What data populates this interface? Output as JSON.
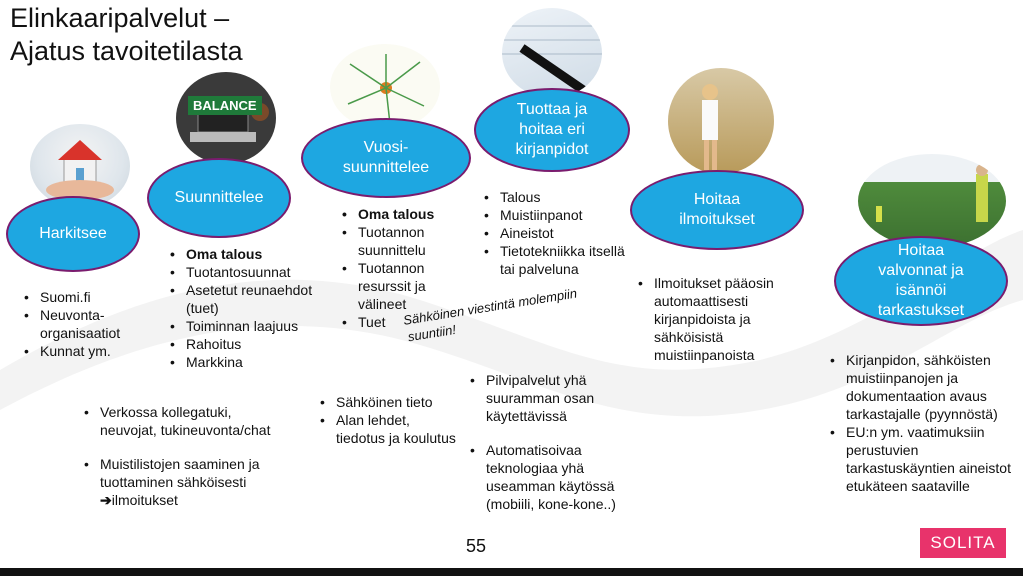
{
  "title": {
    "line1": "Elinkaaripalvelut –",
    "line2": "Ajatus tavoitetilasta"
  },
  "stages": {
    "harkitsee": "Harkitsee",
    "suunnittelee": "Suunnittelee",
    "vuosi1": "Vuosi-",
    "vuosi2": "suunnittelee",
    "tuottaa1": "Tuottaa ja",
    "tuottaa2": "hoitaa eri",
    "tuottaa3": "kirjanpidot",
    "hoitaa1": "Hoitaa",
    "hoitaa2": "ilmoitukset",
    "valvonnat1": "Hoitaa",
    "valvonnat2": "valvonnat ja",
    "valvonnat3": "isännöi",
    "valvonnat4": "tarkastukset"
  },
  "photo_text": {
    "balance": "BALANCE"
  },
  "col1": {
    "items": [
      "Suomi.fi",
      "Neuvonta-organisaatiot",
      "Kunnat ym."
    ]
  },
  "col2": {
    "bold": "Oma talous",
    "items": [
      "Tuotantosuunnat",
      "Asetetut reunaehdot (tuet)",
      "Toiminnan laajuus",
      "Rahoitus",
      "Markkina"
    ]
  },
  "col3": {
    "bold": "Oma talous",
    "items": [
      "Tuotannon suunnittelu",
      "Tuotannon resurssit ja välineet",
      "Tuet"
    ]
  },
  "col4": {
    "items": [
      "Talous",
      "Muistiinpanot",
      "Aineistot",
      "Tietotekniikka itsellä tai palveluna"
    ]
  },
  "col5": {
    "items": [
      "Ilmoitukset pääosin automaattisesti kirjanpidoista ja sähköisistä muistiinpanoista"
    ]
  },
  "col6": {
    "items": [
      "Kirjanpidon, sähköisten muistiinpanojen ja dokumentaation avaus tarkastajalle (pyynnöstä)",
      "EU:n ym. vaatimuksiin perustuvien tarkastuskäyntien aineistot etukäteen saataville"
    ]
  },
  "note_italic": {
    "line1": "Sähköinen viestintä molempiin",
    "line2": "suuntiin!"
  },
  "lower_left": {
    "items": [
      "Verkossa kollegatuki, neuvojat, tukineuvonta/chat",
      "Muistilistojen saaminen ja tuottaminen sähköisesti",
      "ilmoitukset"
    ]
  },
  "lower_mid": {
    "items": [
      "Sähköinen tieto",
      "Alan lehdet, tiedotus ja koulutus"
    ]
  },
  "lower_center": {
    "items": [
      "Pilvipalvelut yhä suuramman osan käytettävissä",
      "Automatisoivaa teknologiaa yhä useamman käytössä (mobiili, kone-kone..)"
    ]
  },
  "page_number": "55",
  "logo": "SOLITA",
  "colors": {
    "ellipse": "#1ea7e1",
    "ellipse_border": "#7a1c6e",
    "logo": "#e8336b"
  }
}
